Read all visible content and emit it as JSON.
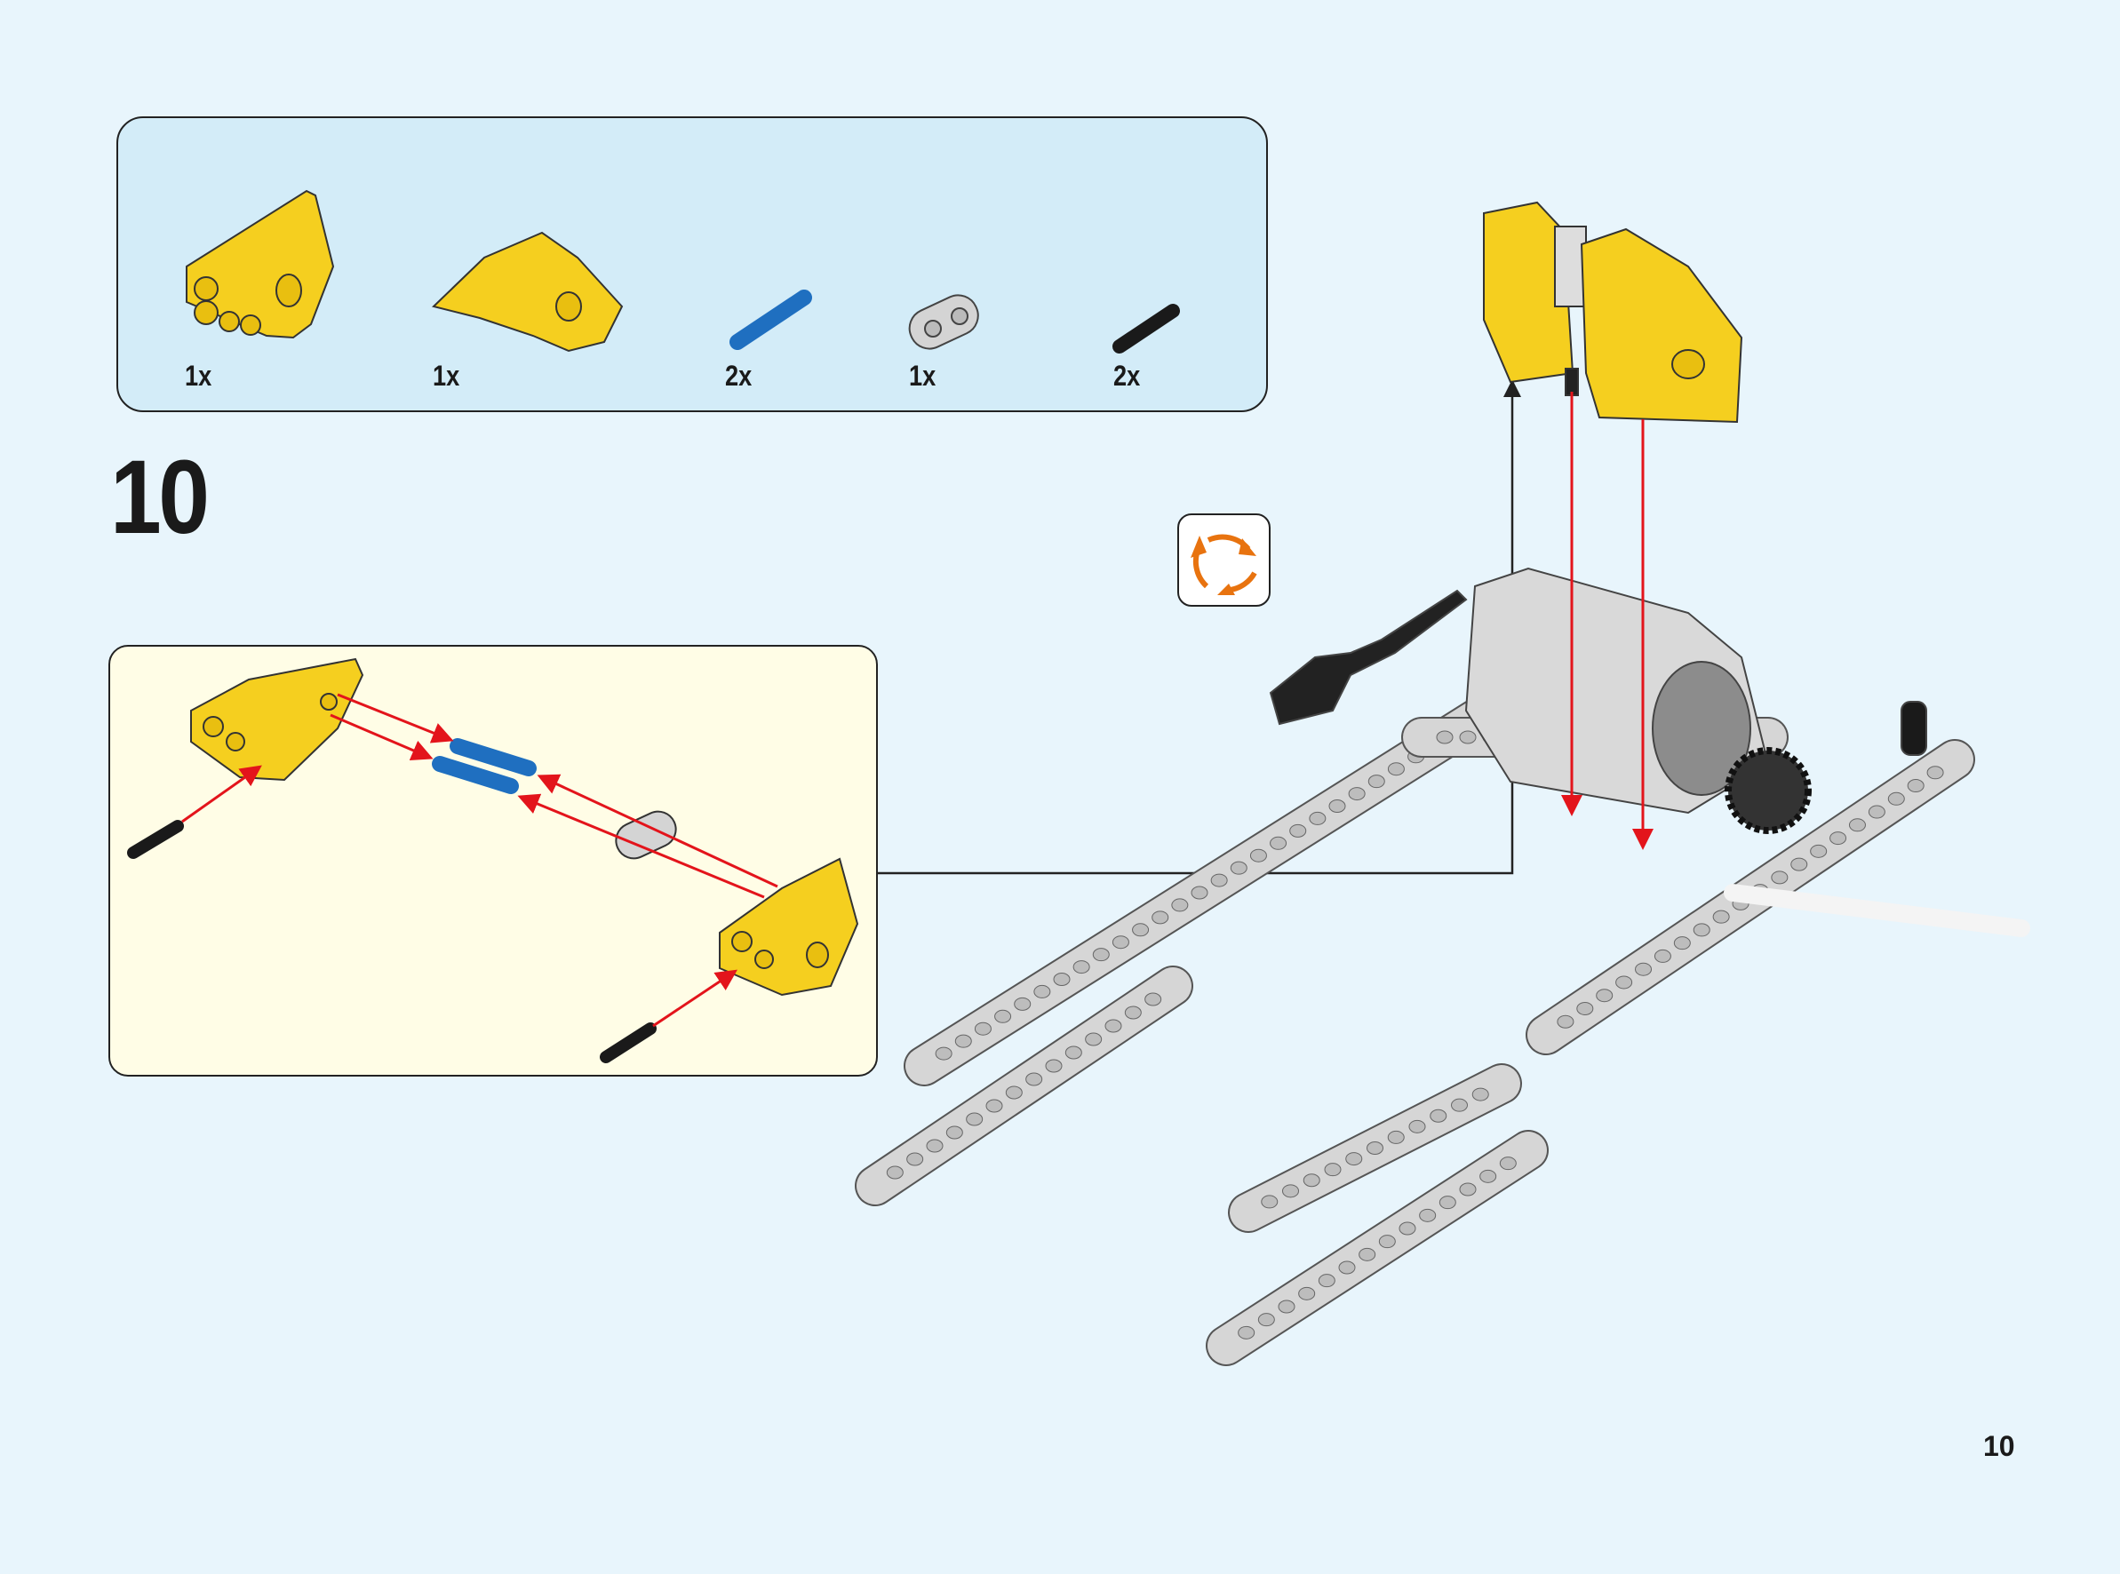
{
  "parts_list": {
    "items": [
      {
        "name": "yellow-panel-with-holes",
        "quantity": "1x",
        "color": "#f5cf1f"
      },
      {
        "name": "yellow-curved-panel",
        "quantity": "1x",
        "color": "#f5cf1f"
      },
      {
        "name": "blue-axle-pin",
        "quantity": "2x",
        "color": "#1f6fc0"
      },
      {
        "name": "gray-double-connector",
        "quantity": "1x",
        "color": "#d4d4d4"
      },
      {
        "name": "black-friction-pin",
        "quantity": "2x",
        "color": "#1a1a1a"
      }
    ]
  },
  "step": {
    "number": "10"
  },
  "rotate_icon": {
    "name": "rotate-model-icon",
    "color": "#e8730f"
  },
  "page": {
    "number": "10"
  },
  "colors": {
    "arrow": "#e3141b",
    "beam": "#d6d6d6",
    "background": "#e8f5fc"
  }
}
